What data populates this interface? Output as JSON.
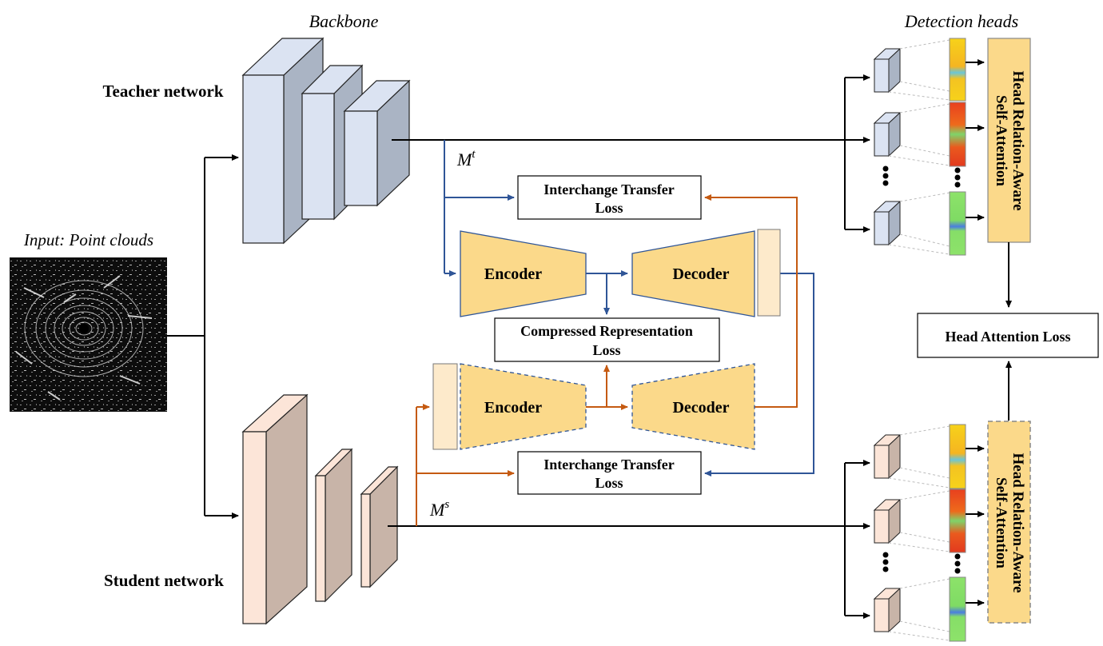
{
  "labels": {
    "backbone": "Backbone",
    "detection_heads": "Detection heads",
    "input": "Input: Point clouds",
    "teacher": "Teacher network",
    "student": "Student network",
    "m_teacher_base": "M",
    "m_teacher_sup": "t",
    "m_student_base": "M",
    "m_student_sup": "s"
  },
  "boxes": {
    "itl_top_line1": "Interchange Transfer",
    "itl_top_line2": "Loss",
    "crl_line1": "Compressed Representation",
    "crl_line2": "Loss",
    "itl_bottom_line1": "Interchange Transfer",
    "itl_bottom_line2": "Loss",
    "head_attention_loss": "Head Attention Loss"
  },
  "modules": {
    "encoder_top": "Encoder",
    "decoder_top": "Decoder",
    "encoder_bottom": "Encoder",
    "decoder_bottom": "Decoder",
    "attention_top_line1": "Head Relation-Aware",
    "attention_top_line2": "Self-Attention",
    "attention_bottom_line1": "Head Relation-Aware",
    "attention_bottom_line2": "Self-Attention"
  },
  "colors": {
    "teacher_block": "#dbe3f2",
    "teacher_block_side": "#aab4c4",
    "student_block": "#fce5d8",
    "student_block_side": "#c8b4a8",
    "module_fill": "#fbd98a",
    "module_light": "#fdeacb",
    "blue_line": "#2f5597",
    "orange_line": "#c55a11",
    "attention_fill": "#fbd98a"
  }
}
